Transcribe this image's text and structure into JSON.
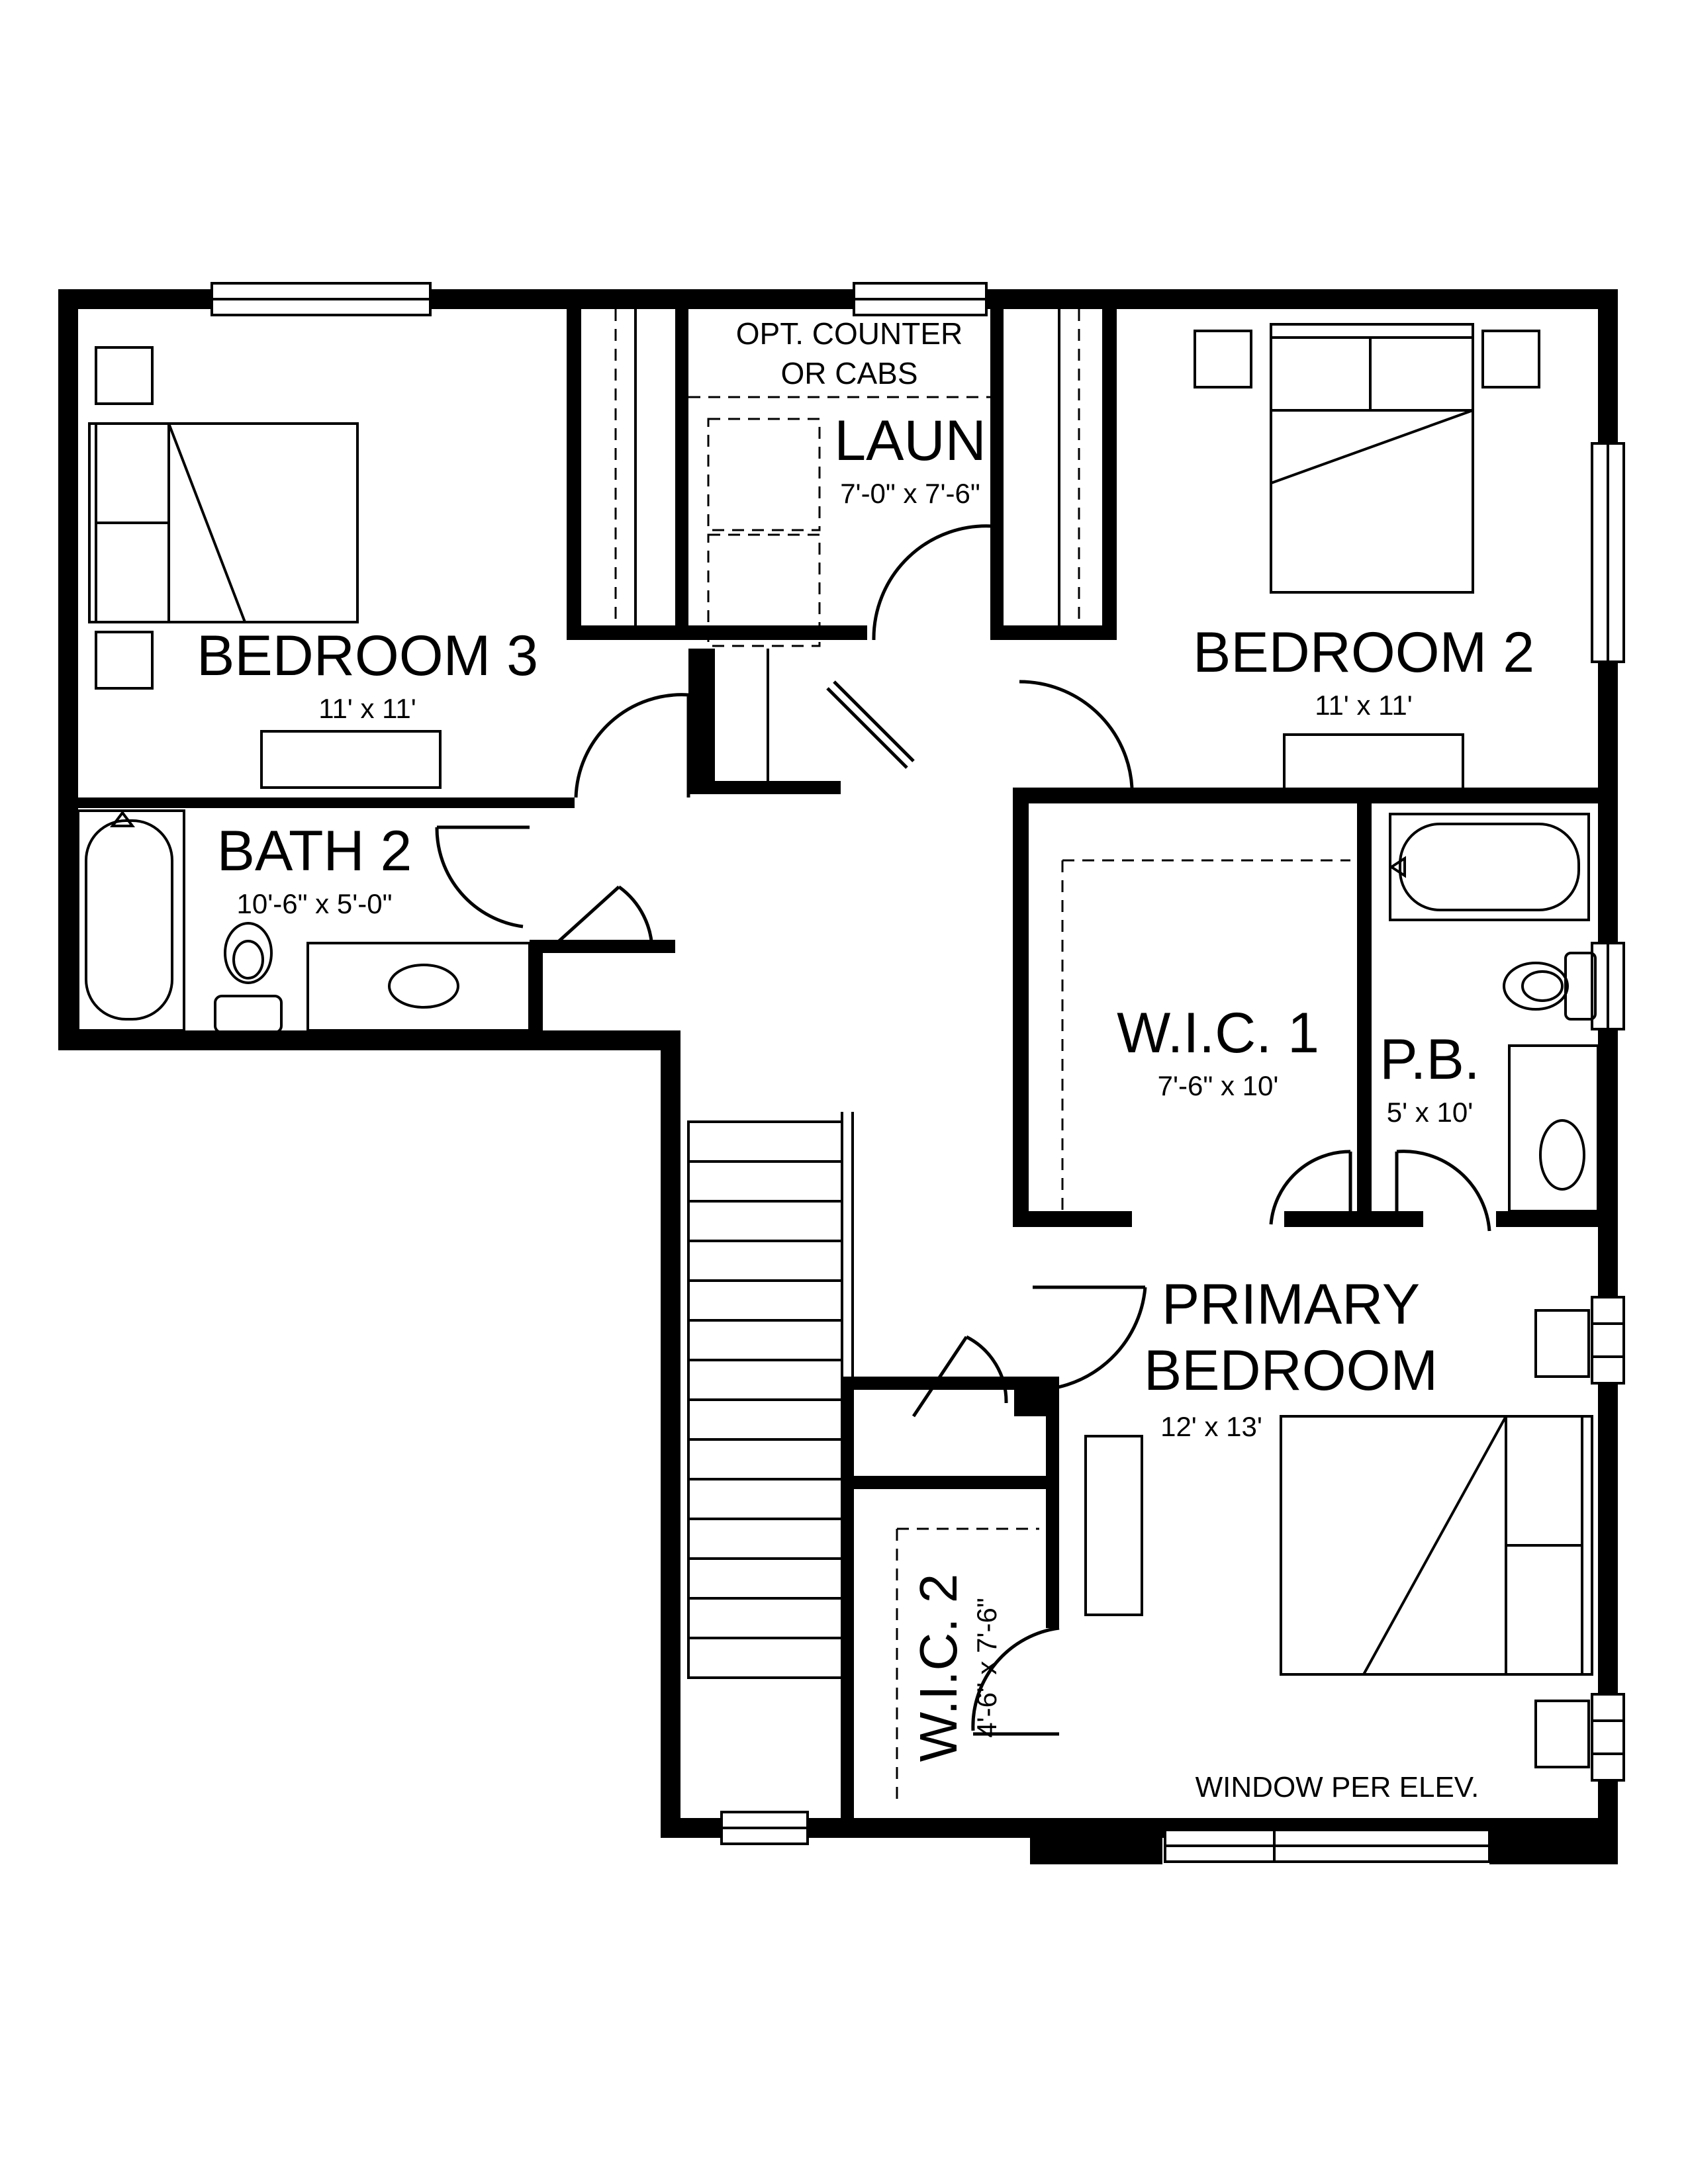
{
  "rooms": {
    "bedroom3": {
      "name": "BEDROOM 3",
      "size": "11' x 11'"
    },
    "laundry": {
      "name": "LAUN",
      "size": "7'-0\" x 7'-6\"",
      "note_line1": "OPT. COUNTER",
      "note_line2": "OR CABS"
    },
    "bedroom2": {
      "name": "BEDROOM 2",
      "size": "11' x 11'"
    },
    "bath2": {
      "name": "BATH 2",
      "size": "10'-6\" x 5'-0\""
    },
    "wic1": {
      "name": "W.I.C. 1",
      "size": "7'-6\" x 10'"
    },
    "pb": {
      "name": "P.B.",
      "size": "5' x 10'"
    },
    "primary": {
      "name_line1": "PRIMARY",
      "name_line2": "BEDROOM",
      "size": "12' x 13'"
    },
    "wic2": {
      "name": "W.I.C. 2",
      "size": "4'-6\" x 7'-6\""
    }
  },
  "notes": {
    "window": "WINDOW PER ELEV."
  }
}
